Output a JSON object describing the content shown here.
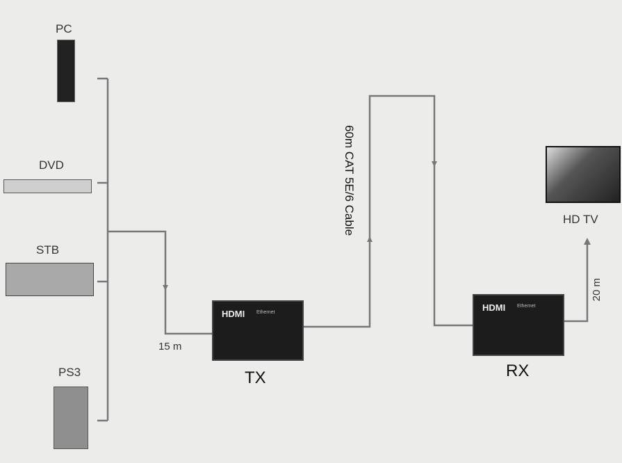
{
  "sources": [
    {
      "label": "PC"
    },
    {
      "label": "DVD"
    },
    {
      "label": "STB"
    },
    {
      "label": "PS3"
    }
  ],
  "tx": {
    "label": "TX",
    "logo": "HDMI",
    "sub": "Ethernet"
  },
  "rx": {
    "label": "RX",
    "logo": "HDMI",
    "sub": "Ethernet"
  },
  "cable_in": "15 m",
  "cable_main": "60m CAT 5E/6 Cable",
  "cable_out": "20 m",
  "display": {
    "label": "HD TV"
  }
}
